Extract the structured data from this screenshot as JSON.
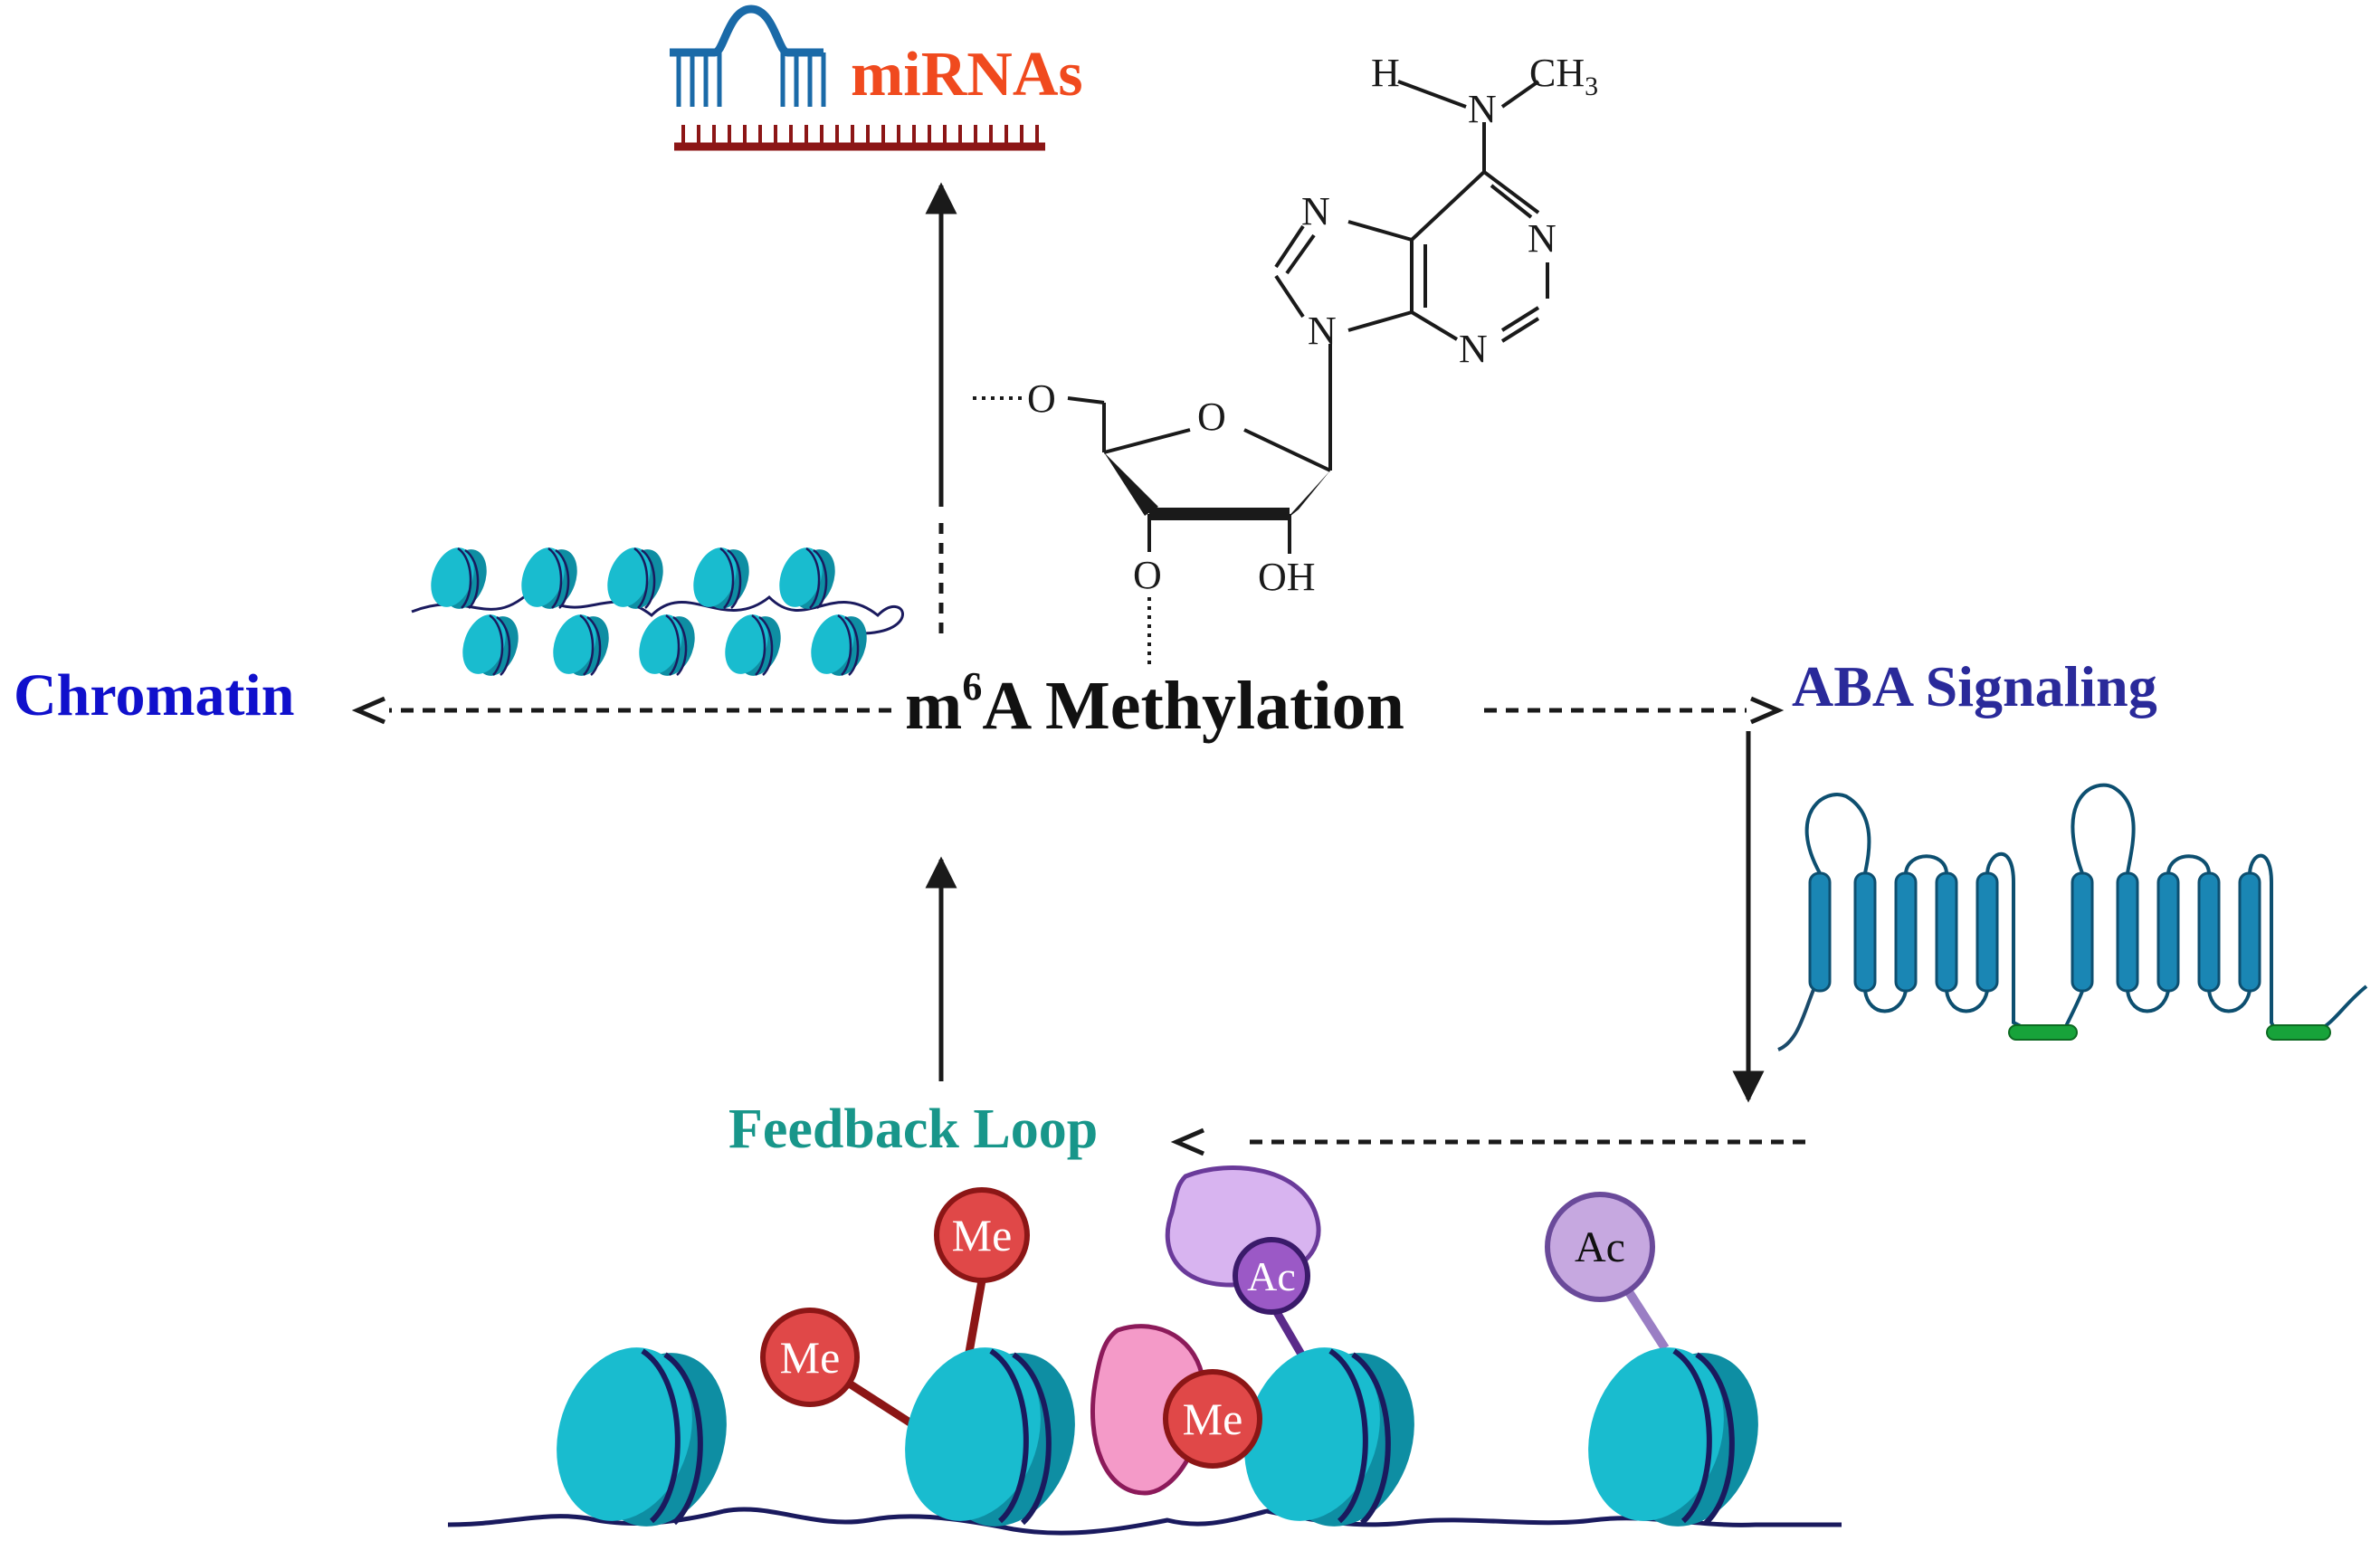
{
  "labels": {
    "center": "Methylation",
    "center_prefix": "m",
    "center_superscript": "6",
    "center_letter": "A",
    "chromatin": "Chromatin",
    "aba": "ABA Signaling",
    "mirnas": "miRNAs",
    "feedback": "Feedback Loop"
  },
  "molecule": {
    "h": "H",
    "n_amine": "N",
    "ch3": "CH",
    "ch3_sub": "3",
    "n1": "N",
    "n2": "N",
    "n3": "N",
    "n4": "N",
    "o_ring": "O",
    "o5": "O",
    "o3": "O",
    "oh": "OH"
  },
  "marks": {
    "me1": "Me",
    "me2": "Me",
    "me3": "Me",
    "ac1": "Ac",
    "ac2": "Ac"
  },
  "colors": {
    "chromatin": "#1010cc",
    "aba": "#2a2a9a",
    "mirnas": "#f04a1e",
    "feedback": "#18968a",
    "nucleosome": "#19bccf",
    "nucleosome_dark": "#0e8ea3",
    "dna": "#1a1a5e",
    "me_red": "#e04848",
    "me_dark": "#8c1616",
    "ac_purple": "#9b59c6",
    "ac_light": "#d8b4f0",
    "pink": "#f49ac8",
    "membrane": "#1a86b4",
    "membrane_green": "#17a33a"
  }
}
